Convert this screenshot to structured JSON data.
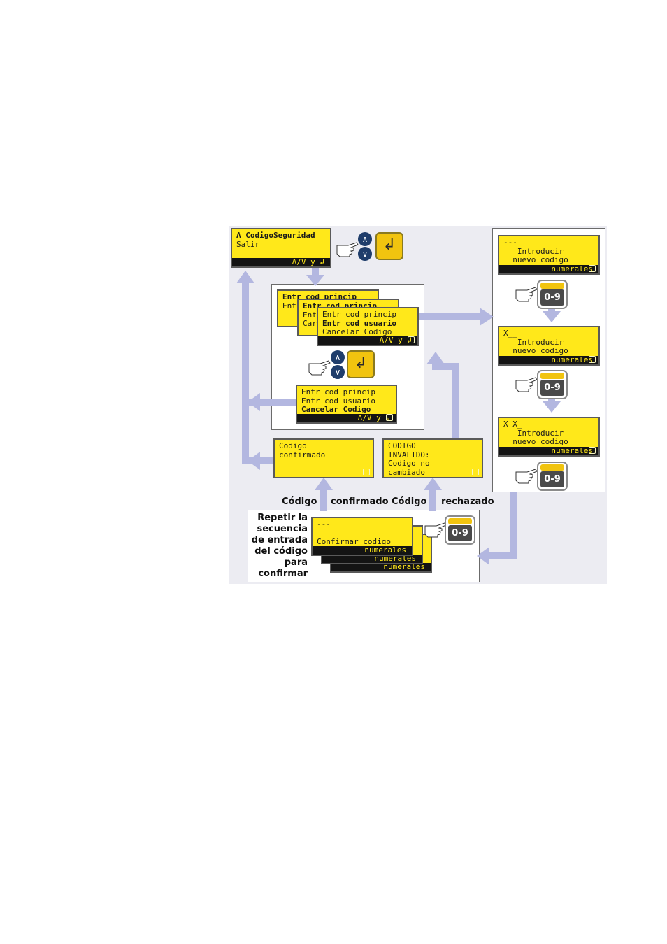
{
  "screens": {
    "security": {
      "line1": "Λ CodigoSeguridad",
      "line2": "Salir",
      "bar": "Λ/V y ↲"
    },
    "main_back": {
      "line1": "Entr cod princip",
      "line2_stub": "Ent"
    },
    "main_mid": {
      "line1": "Entr cod princip",
      "line2_stub": "Ent",
      "line3_stub": "Car"
    },
    "main_front": {
      "line1": "Entr cod princip",
      "line2": "Entr cod usuario",
      "line3": "Cancelar Codigo",
      "bar": "Λ/V y ↲"
    },
    "cancel": {
      "line1": "Entr cod princip",
      "line2": "Entr cod usuario",
      "line3": "Cancelar Codigo",
      "bar": "Λ/V y ↲"
    },
    "confirmed": {
      "line1": "Codigo",
      "line2": "confirmado"
    },
    "invalid": {
      "line1": "CODIGO",
      "line2": "INVALIDO:",
      "line3": "Codigo no",
      "line4": "cambiado"
    },
    "entry1": {
      "line1": "---",
      "line2": "   Introducir",
      "line3": "  nuevo codigo",
      "bar": "numerales"
    },
    "entry2": {
      "line1": "X__",
      "line2": "   Introducir",
      "line3": "  nuevo codigo",
      "bar": "numerales"
    },
    "entry3": {
      "line1": "X X_",
      "line2": "   Introducir",
      "line3": "  nuevo codigo",
      "bar": "numerales"
    },
    "confirm": {
      "line1": "---",
      "line2": "Confirmar codigo",
      "bar": "numerales",
      "bar2": "numerales",
      "bar3": "numerales"
    }
  },
  "labels": {
    "confirmed_word": "Código",
    "confirmed_tail": "confirmado Código",
    "rejected": "rechazado",
    "repeat": [
      "Repetir la",
      "secuencia",
      "de entrada",
      "del código",
      "para",
      "confirmar"
    ]
  },
  "keys": {
    "numeric": "0-9",
    "enter": "↲",
    "up": "∧",
    "down": "∨"
  },
  "colors": {
    "lcd": "#ffe81a",
    "arrow": "#b3b7e0",
    "key": "#f1c40f",
    "nav": "#1f3d6b"
  }
}
